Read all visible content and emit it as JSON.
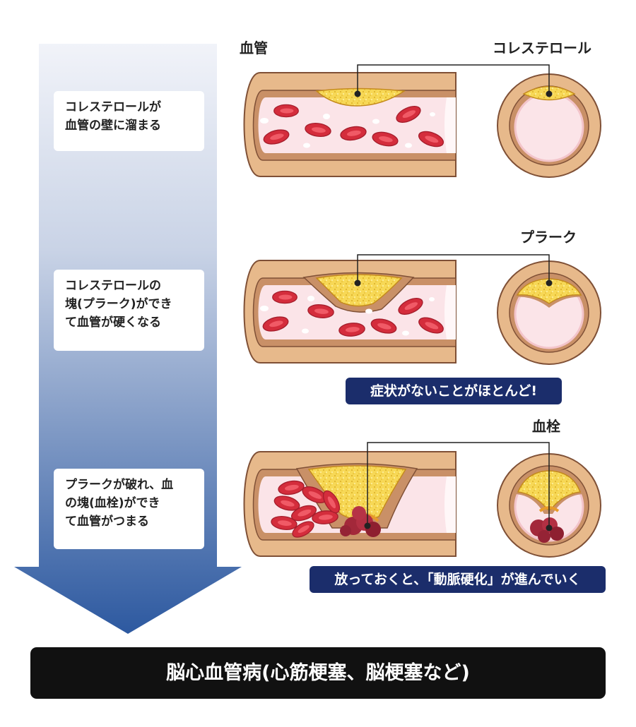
{
  "steps": [
    {
      "lines": [
        "コレステロールが",
        "血管の壁に溜まる"
      ]
    },
    {
      "lines": [
        "コレステロールの",
        "塊(プラーク)ができ",
        "て血管が硬くなる"
      ]
    },
    {
      "lines": [
        "プラークが破れ、血",
        "の塊(血栓)ができ",
        "て血管がつまる"
      ]
    }
  ],
  "labels": {
    "vessel": "血管",
    "cholesterol": "コレステロール",
    "plaque": "プラーク",
    "thrombus": "血栓"
  },
  "badges": {
    "no_symptoms": "症状がないことがほとんど!",
    "progression": "放っておくと、「動脈硬化」が進んでいく"
  },
  "result": "脳心血管病(心筋梗塞、脳梗塞など)",
  "colors": {
    "vessel_wall": "#e8b98a",
    "vessel_outline": "#8c5a3c",
    "lumen": "#fbe6ea",
    "blood_cell": "#d9303f",
    "plaque": "#f6d655",
    "thrombus": "#a3283a",
    "badge": "#1b2d6b",
    "arrow_top": "#eef1f8",
    "arrow_bottom": "#2d59a0"
  }
}
